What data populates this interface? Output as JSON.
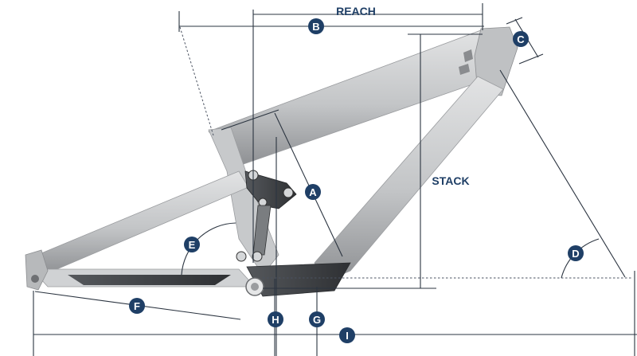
{
  "labels": {
    "reach": "REACH",
    "stack": "STACK"
  },
  "badges": [
    "A",
    "B",
    "C",
    "D",
    "E",
    "F",
    "G",
    "H",
    "I"
  ],
  "colors": {
    "badge": "#1f3f66",
    "frame_light": "#c9cbcd",
    "frame_dark": "#3a3c3f",
    "line": "#2b3440"
  }
}
